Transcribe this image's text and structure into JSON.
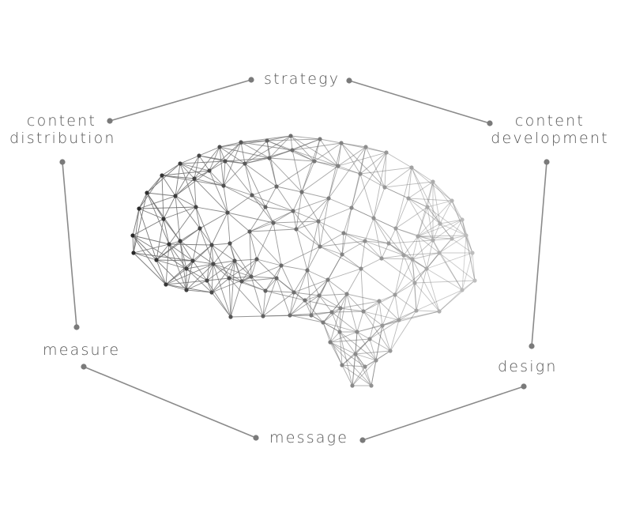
{
  "labels": {
    "strategy": "strategy",
    "content_distribution": [
      "content",
      "distribution"
    ],
    "content_development": [
      "content",
      "development"
    ],
    "measure": "measure",
    "design": "design",
    "message": "message"
  },
  "colors": {
    "connector": "#8a8a8a",
    "node": "#7a7a7a",
    "brain_node_dark": "#2a2a2a",
    "brain_node_light": "#bdbdbd",
    "brain_edge": "#6f6f6f",
    "text": "#555555"
  },
  "brain_icon": "brain-network-icon"
}
